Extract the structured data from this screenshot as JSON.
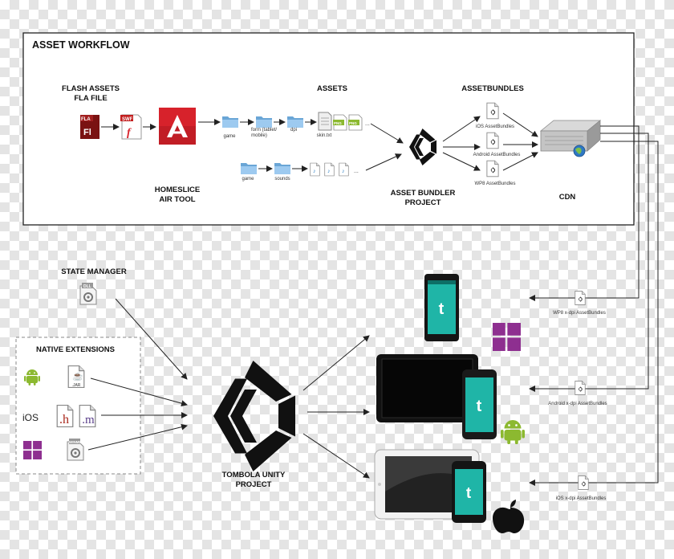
{
  "workflow": {
    "title": "ASSET WORKFLOW",
    "flash_line1": "FLASH ASSETS",
    "flash_line2": "FLA FILE",
    "fla_label": "FLA",
    "fla_glyph": "Fl",
    "swf_label": "SWF",
    "air_line1": "HOMESLICE",
    "air_line2": "AIR TOOL",
    "assets_title": "ASSETS",
    "folder_game": "game",
    "folder_form_1": "form (tablet/",
    "folder_form_2": "mobile)",
    "folder_dpi": "dpi",
    "file_skin": "skin.txt",
    "png_label": "PNG",
    "folder_game2": "game",
    "folder_sounds": "sounds",
    "ellipsis": "...",
    "bundler_line1": "ASSET BUNDLER",
    "bundler_line2": "PROJECT",
    "bundles_title": "ASSETBUNDLES",
    "ios_bundles": "iOS AssetBundles",
    "android_bundles": "Android AssetBundles",
    "wp8_bundles": "WP8 AssetBundles",
    "cdn": "CDN"
  },
  "bottom": {
    "state_manager": "STATE MANAGER",
    "dll_label": "DLL",
    "native_title": "NATIVE EXTENSIONS",
    "jar_label": ".JAR",
    "ios_label": "iOS",
    "h_label": ".h",
    "m_label": ".m",
    "winmd_label": "WINMD",
    "tombola_line1": "TOMBOLA UNITY",
    "tombola_line2": "PROJECT",
    "app_letter": "t",
    "wp8_xdpi": "WP8 x-dpi AssetBundles",
    "android_xdpi": "Android x-dpi AssetBundles",
    "ios_xdpi": "iOS x-dpi AssetBundles"
  },
  "colors": {
    "teal": "#1fb5a7",
    "adobe_red": "#d7222b",
    "windows_purple": "#8e2f90",
    "android_green": "#8cb930",
    "folder_blue": "#7eb5e0"
  },
  "icons": [
    "unity-logo-icon",
    "adobe-air-icon",
    "flash-fla-icon",
    "swf-icon",
    "folder-icon",
    "text-file-icon",
    "png-file-icon",
    "audio-file-icon",
    "unity-file-icon",
    "server-icon",
    "globe-icon",
    "dll-icon",
    "android-icon",
    "java-icon",
    "windows-icon",
    "apple-icon",
    "windows-phone-icon",
    "tablet-icon",
    "android-phone-icon",
    "ipad-icon",
    "iphone-icon"
  ]
}
